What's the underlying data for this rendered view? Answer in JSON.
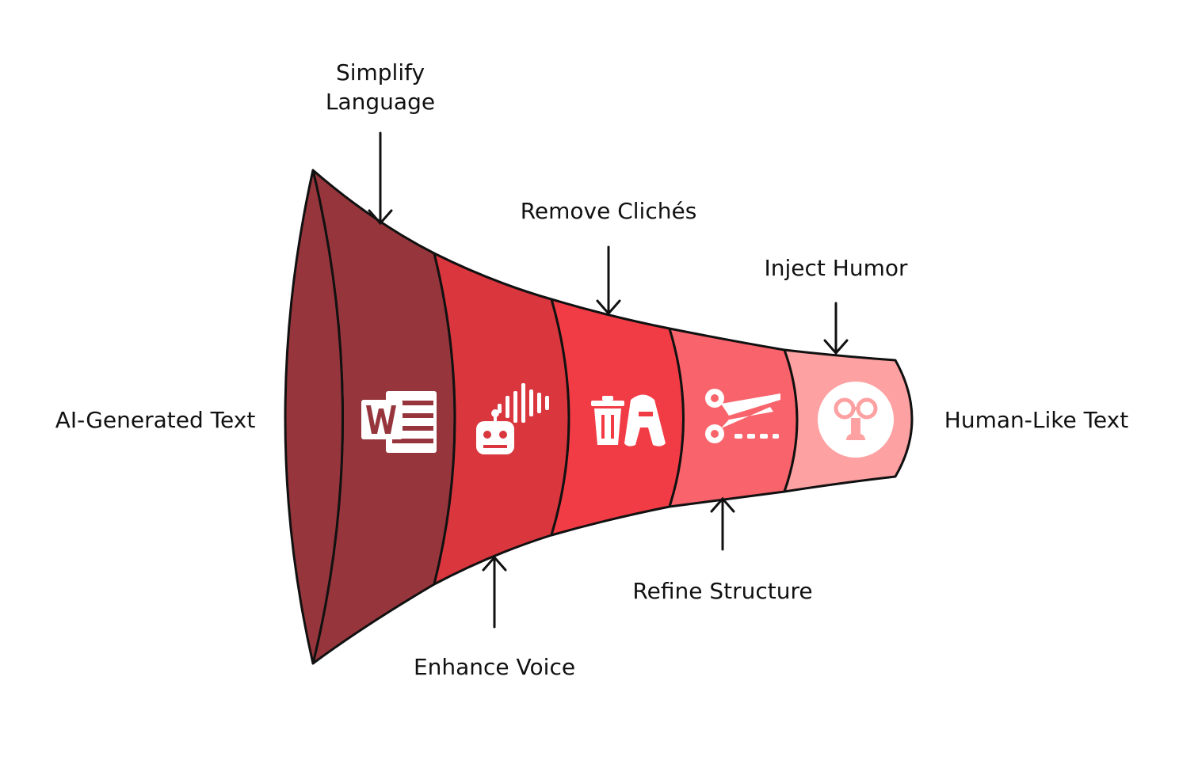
{
  "diagram": {
    "input_label": "AI-Generated Text",
    "output_label": "Human-Like Text",
    "steps": [
      {
        "label_lines": [
          "Simplify",
          "Language"
        ],
        "icon": "word-document-icon",
        "color": "#D9363E"
      },
      {
        "label_lines": [
          "Enhance Voice"
        ],
        "icon": "robot-voice-icon",
        "color": "#D9363E"
      },
      {
        "label_lines": [
          "Remove Clichés"
        ],
        "icon": "trash-cliche-icon",
        "color": "#F23C45"
      },
      {
        "label_lines": [
          "Refine Structure"
        ],
        "icon": "scissors-cut-icon",
        "color": "#F9636B"
      },
      {
        "label_lines": [
          "Inject Humor"
        ],
        "icon": "funny-face-icon",
        "color": "#FEA1A2"
      }
    ],
    "colors": {
      "mouth": "#96363C",
      "stroke": "#111111",
      "icon": "#ffffff"
    }
  }
}
